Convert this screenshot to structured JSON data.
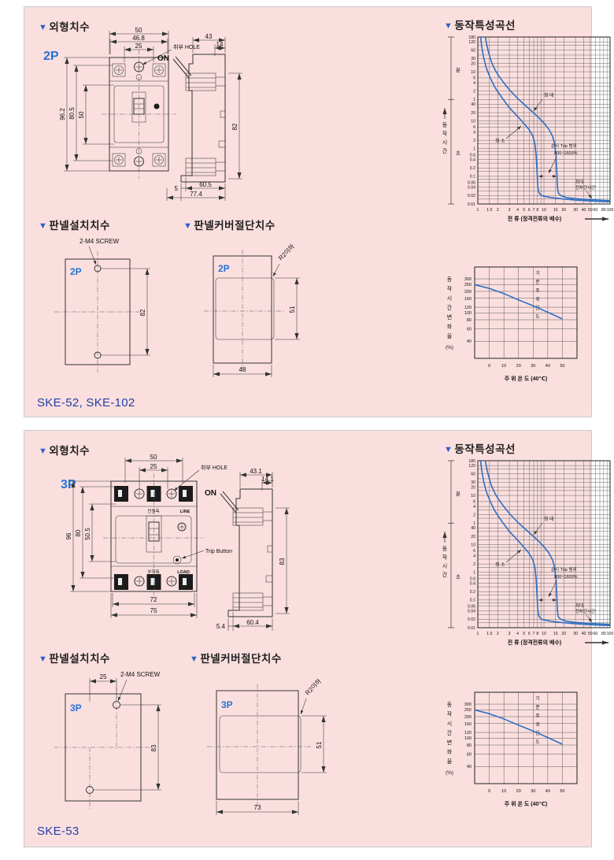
{
  "ui": {
    "tri": "▼"
  },
  "colors": {
    "panel_bg": "#fbdfdf",
    "accent": "#2c62c8",
    "model_blue": "#203fa8",
    "pole_blue": "#2574d4",
    "curve": "#2f6fc1",
    "line": "#333333"
  },
  "panels": [
    {
      "model": "SKE-52, SKE-102",
      "pole": "2P",
      "titles": {
        "outline": "외형치수",
        "mount": "판넬설치치수",
        "cut": "판넬커버절단치수",
        "curve": "동작특성곡선"
      },
      "front": {
        "hole": "취부 HOLE",
        "d_top1": "50",
        "d_top2": "46.8",
        "d_top3": "25",
        "d_left1": "96.2",
        "d_left2": "80.5",
        "d_left3": "50"
      },
      "side": {
        "on": "ON",
        "d_top1": "43",
        "d_top2": "14",
        "d_right": "82",
        "d_b1": "5",
        "d_b2": "60.5",
        "d_b3": "77.4"
      },
      "mount": {
        "screw": "2-M4 SCREW",
        "d_h": "82"
      },
      "cut": {
        "r": "R2이하",
        "d_h": "51",
        "d_w": "48"
      }
    },
    {
      "model": "SKE-53",
      "pole": "3P",
      "titles": {
        "outline": "외형치수",
        "mount": "판넬설치치수",
        "cut": "판넬커버절단치수",
        "curve": "동작특성곡선"
      },
      "front": {
        "hole": "취부 HOLE",
        "trip": "Trip Button",
        "pwr": "전원측",
        "line": "LINE",
        "ld": "부하측",
        "load": "LOAD",
        "d_top1": "50",
        "d_top2": "25",
        "d_left1": "96",
        "d_left2": "80",
        "d_left3": "50.5",
        "d_b1": "72",
        "d_b2": "75"
      },
      "side": {
        "on": "ON",
        "d_top1": "43.1",
        "d_top2": "14.1",
        "d_right": "83",
        "d_b1": "5.4",
        "d_b2": "60.4"
      },
      "mount": {
        "screw": "2-M4 SCREW",
        "d_top": "25",
        "d_h": "83"
      },
      "cut": {
        "r": "R2이하",
        "d_h": "51",
        "d_w": "73"
      }
    }
  ],
  "chart_data": [
    {
      "type": "line",
      "title": "동작특성곡선",
      "xlabel": "전 류 (정격전류의 배수)",
      "ylabel": "동작시간",
      "y_unit_min": "분",
      "y_unit_sec": "초",
      "x_scale": "log",
      "x_range": [
        1,
        100
      ],
      "y_scale": "log",
      "y_range_seconds": [
        0.01,
        10800
      ],
      "x_ticks": [
        [
          1,
          "1"
        ],
        [
          1.5,
          "1.5"
        ],
        [
          2,
          "2"
        ],
        [
          3,
          "3"
        ],
        [
          4,
          "4"
        ],
        [
          5,
          "5"
        ],
        [
          6,
          "6"
        ],
        [
          7,
          "7"
        ],
        [
          8,
          "8"
        ],
        [
          10,
          "10"
        ],
        [
          15,
          "15"
        ],
        [
          20,
          "20"
        ],
        [
          30,
          "30"
        ],
        [
          40,
          "40"
        ],
        [
          50,
          "50"
        ],
        [
          60,
          "60"
        ],
        [
          80,
          "80"
        ],
        [
          100,
          "100"
        ]
      ],
      "y_ticks_minutes": [
        [
          10800,
          "180"
        ],
        [
          7200,
          "120"
        ],
        [
          3600,
          "60"
        ],
        [
          1800,
          "30"
        ],
        [
          1200,
          "20"
        ],
        [
          600,
          "10"
        ],
        [
          360,
          "6"
        ],
        [
          240,
          "4"
        ],
        [
          120,
          "2"
        ],
        [
          60,
          "1"
        ]
      ],
      "y_ticks_seconds": [
        [
          40,
          "40"
        ],
        [
          20,
          "20"
        ],
        [
          10,
          "10"
        ],
        [
          6,
          "6"
        ],
        [
          4,
          "4"
        ],
        [
          2,
          "2"
        ],
        [
          1,
          "1"
        ],
        [
          0.6,
          "0.6"
        ],
        [
          0.4,
          "0.4"
        ],
        [
          0.2,
          "0.2"
        ],
        [
          0.1,
          "0.1"
        ],
        [
          0.06,
          "0.06"
        ],
        [
          0.04,
          "0.04"
        ],
        [
          0.02,
          "0.02"
        ],
        [
          0.01,
          "0.01"
        ]
      ],
      "x_grid": [
        1,
        1.5,
        2,
        3,
        4,
        5,
        6,
        7,
        8,
        9,
        10,
        15,
        20,
        30,
        40,
        50,
        60,
        70,
        80,
        90,
        100
      ],
      "y_grid": [
        0.01,
        0.015,
        0.02,
        0.03,
        0.04,
        0.06,
        0.08,
        0.1,
        0.15,
        0.2,
        0.3,
        0.4,
        0.6,
        0.8,
        1,
        1.5,
        2,
        3,
        4,
        6,
        8,
        10,
        15,
        20,
        30,
        40,
        60,
        90,
        120,
        180,
        240,
        360,
        600,
        900,
        1200,
        1800,
        2400,
        3600,
        5400,
        7200,
        10800
      ],
      "series": [
        {
          "name": "최대",
          "points": [
            [
              1.3,
              10800
            ],
            [
              1.35,
              6500
            ],
            [
              1.45,
              3000
            ],
            [
              1.6,
              1400
            ],
            [
              1.8,
              750
            ],
            [
              2,
              480
            ],
            [
              2.5,
              230
            ],
            [
              3,
              135
            ],
            [
              4,
              65
            ],
            [
              5,
              40
            ],
            [
              6,
              27
            ],
            [
              8,
              14.5
            ],
            [
              10,
              8.5
            ],
            [
              12,
              4.8
            ],
            [
              13.5,
              2.8
            ],
            [
              14.5,
              1.5
            ],
            [
              15.2,
              0.55
            ],
            [
              15.7,
              0.12
            ],
            [
              16,
              0.04
            ],
            [
              16.5,
              0.025
            ],
            [
              18,
              0.02
            ],
            [
              22,
              0.017
            ],
            [
              30,
              0.0155
            ],
            [
              50,
              0.0142
            ],
            [
              100,
              0.0132
            ]
          ]
        },
        {
          "name": "최소",
          "points": [
            [
              1.1,
              10800
            ],
            [
              1.14,
              5200
            ],
            [
              1.22,
              2000
            ],
            [
              1.35,
              800
            ],
            [
              1.55,
              350
            ],
            [
              1.8,
              170
            ],
            [
              2,
              115
            ],
            [
              2.5,
              54
            ],
            [
              3,
              30
            ],
            [
              4,
              14.5
            ],
            [
              5,
              8
            ],
            [
              6,
              4.8
            ],
            [
              6.8,
              2.8
            ],
            [
              7.3,
              1.5
            ],
            [
              7.6,
              0.6
            ],
            [
              7.85,
              0.16
            ],
            [
              8.05,
              0.045
            ],
            [
              8.4,
              0.026
            ],
            [
              9,
              0.021
            ],
            [
              10,
              0.019
            ],
            [
              13,
              0.017
            ],
            [
              18,
              0.0155
            ],
            [
              30,
              0.0138
            ],
            [
              60,
              0.0125
            ],
            [
              100,
              0.012
            ]
          ]
        }
      ],
      "annotations": {
        "max": "최 대",
        "min": "최 소",
        "inst1": "순시 Trip 범위",
        "inst2": "800~1600%",
        "brk1": "최대",
        "brk2": "전차단시간",
        "inst_range": [
          8,
          16
        ]
      }
    },
    {
      "type": "line",
      "xlabel": "주 위 온 도 (40℃)",
      "ylabel": "동작시간변화율",
      "ylabel_unit": "(%)",
      "inner_label": "기준주위온도",
      "x_range": [
        -10,
        60
      ],
      "x_grid_step": 10,
      "x_ticks": [
        [
          0,
          "0"
        ],
        [
          10,
          "10"
        ],
        [
          20,
          "20"
        ],
        [
          30,
          "30"
        ],
        [
          40,
          "40"
        ],
        [
          50,
          "50"
        ]
      ],
      "y_scale": "log",
      "y_range": [
        23,
        440
      ],
      "y_ticks": [
        [
          300,
          "300"
        ],
        [
          250,
          "250"
        ],
        [
          200,
          "200"
        ],
        [
          160,
          "160"
        ],
        [
          120,
          "120"
        ],
        [
          100,
          "100"
        ],
        [
          80,
          "80"
        ],
        [
          60,
          "60"
        ],
        [
          40,
          "40"
        ]
      ],
      "points": [
        [
          -10,
          248
        ],
        [
          0,
          220
        ],
        [
          10,
          186
        ],
        [
          20,
          152
        ],
        [
          30,
          126
        ],
        [
          40,
          102
        ],
        [
          50,
          82
        ]
      ]
    }
  ]
}
